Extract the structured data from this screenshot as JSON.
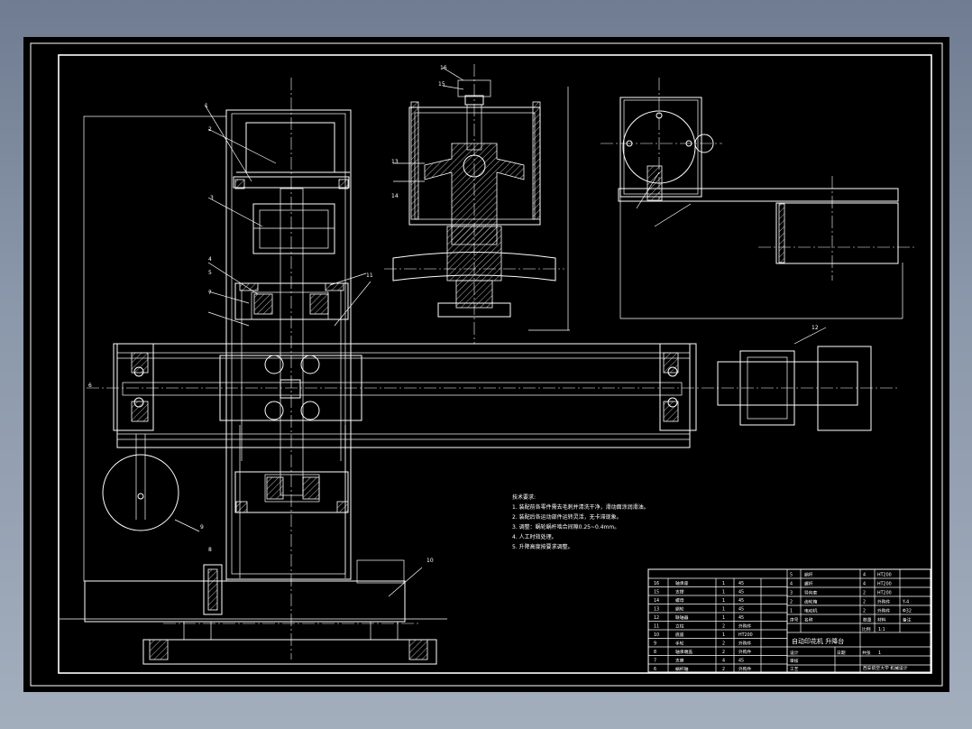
{
  "drawing": {
    "notes_title": "技术要求:",
    "notes": [
      "1. 装配前各零件需去毛刺并清洗干净，滑动面涂润滑油。",
      "2. 装配后各运动部件运转灵活，无卡滞现象。",
      "3. 调整：蜗轮蜗杆啮合间隙0.25~0.4mm。",
      "4. 人工时效处理。",
      "5. 升降高度按要求调整。"
    ],
    "title": "自动印花机 升降台",
    "scale_label": "比例",
    "scale_value": "1:1",
    "sheet_label": "共张",
    "sheet_value": "1",
    "school": "西安航空大学 机械设计",
    "part_number_labels": [
      "1",
      "2",
      "3",
      "4",
      "5",
      "6",
      "7",
      "8",
      "9",
      "10",
      "11",
      "12",
      "13",
      "14",
      "15",
      "16"
    ],
    "bom_left": [
      {
        "no": "16",
        "name": "轴承座",
        "qty": "1",
        "mat": "45"
      },
      {
        "no": "15",
        "name": "支撑",
        "qty": "1",
        "mat": "45"
      },
      {
        "no": "14",
        "name": "螺母",
        "qty": "1",
        "mat": "45"
      },
      {
        "no": "13",
        "name": "蜗轮",
        "qty": "1",
        "mat": "45"
      },
      {
        "no": "12",
        "name": "联轴器",
        "qty": "1",
        "mat": "45"
      },
      {
        "no": "11",
        "name": "立柱",
        "qty": "2",
        "mat": "外购件"
      },
      {
        "no": "10",
        "name": "底座",
        "qty": "1",
        "mat": "HT200"
      },
      {
        "no": "9",
        "name": "手轮",
        "qty": "2",
        "mat": "外购件"
      },
      {
        "no": "8",
        "name": "轴承端盖",
        "qty": "2",
        "mat": "外购件"
      },
      {
        "no": "7",
        "name": "支座",
        "qty": "4",
        "mat": "45"
      },
      {
        "no": "6",
        "name": "蜗杆轴",
        "qty": "2",
        "mat": "外购件"
      }
    ],
    "bom_right": [
      {
        "no": "5",
        "name": "蜗杆",
        "qty": "4",
        "mat": "HT200"
      },
      {
        "no": "4",
        "name": "螺杆",
        "qty": "4",
        "mat": "HT200"
      },
      {
        "no": "3",
        "name": "导向套",
        "qty": "2",
        "mat": "HT200"
      },
      {
        "no": "2",
        "name": "齿轮箱",
        "qty": "2",
        "mat": "外购件",
        "note": "Y-4"
      },
      {
        "no": "1",
        "name": "电动机",
        "qty": "2",
        "mat": "外购件",
        "note": "Φ32"
      }
    ],
    "bom_header": [
      "序号",
      "名称",
      "数量",
      "材料",
      "备注"
    ],
    "signature_rows": [
      "设计",
      "审核",
      "工艺"
    ],
    "date_label": "日期"
  }
}
